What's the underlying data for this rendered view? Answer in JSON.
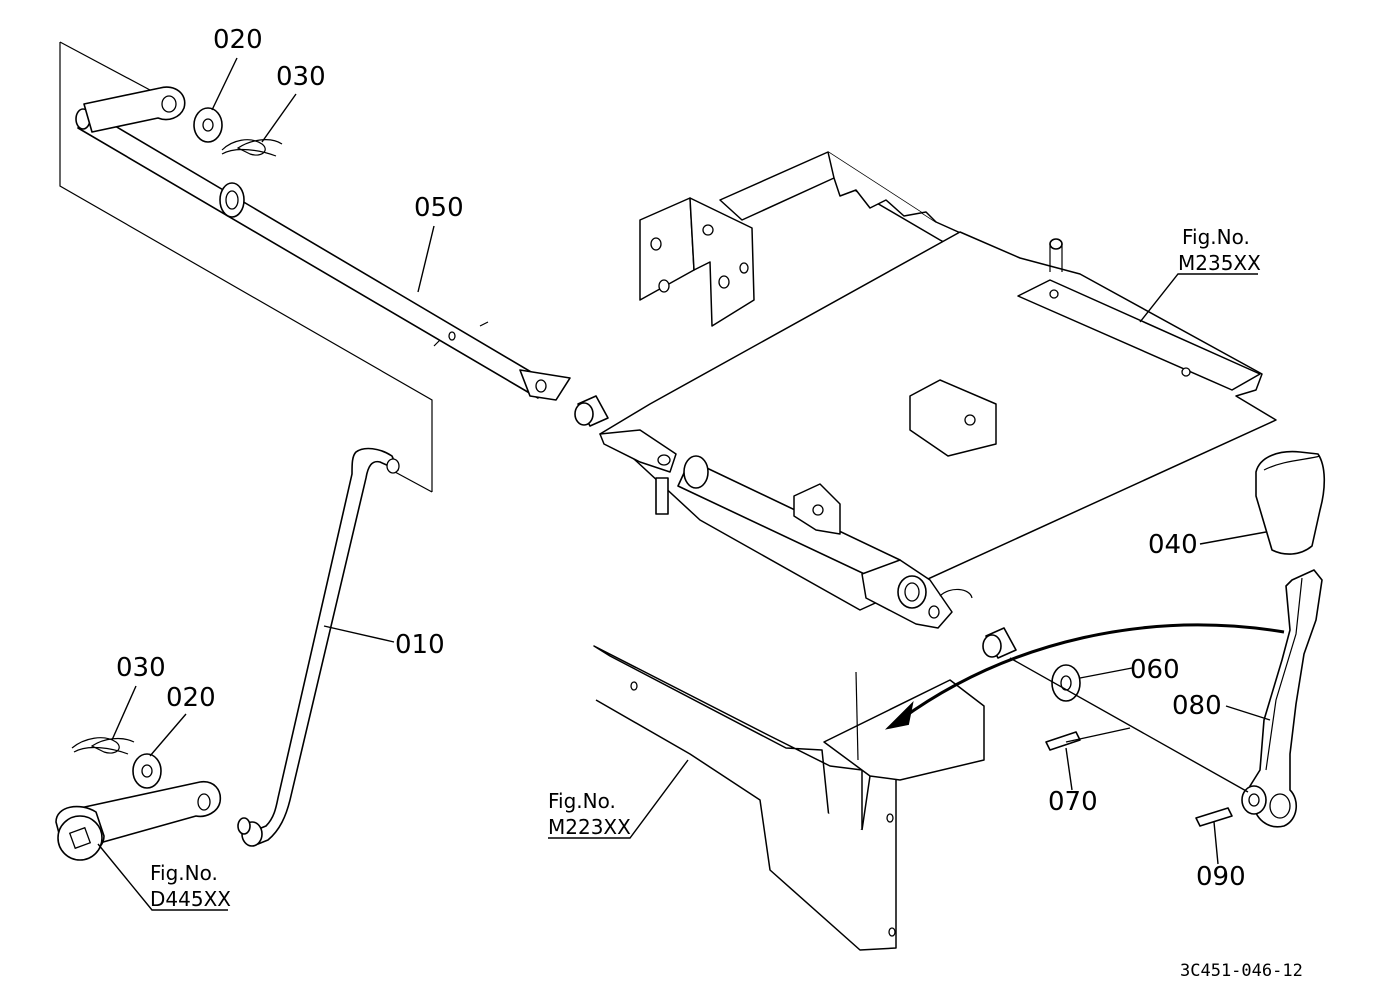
{
  "drawing_code": "3C451-046-12",
  "parts": {
    "p010": "010",
    "p020_top": "020",
    "p020_left": "020",
    "p030_top": "030",
    "p030_left": "030",
    "p040": "040",
    "p050": "050",
    "p060": "060",
    "p070": "070",
    "p080": "080",
    "p090": "090"
  },
  "references": {
    "m235": {
      "line1": "Fig.No.",
      "line2": "M235XX"
    },
    "m223": {
      "line1": "Fig.No.",
      "line2": "M223XX"
    },
    "d445": {
      "line1": "Fig.No.",
      "line2": "D445XX"
    }
  }
}
